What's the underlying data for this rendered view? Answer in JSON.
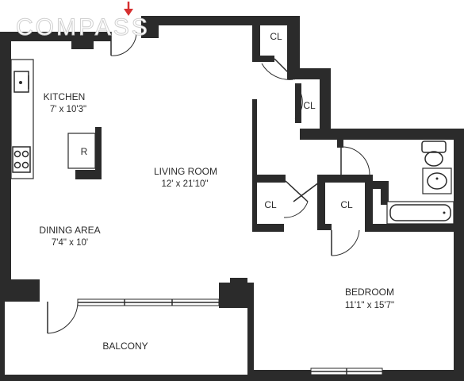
{
  "brand": {
    "logo_text": "COMPASS"
  },
  "rooms": {
    "kitchen": {
      "name": "KITCHEN",
      "dims": "7' x 10'3\""
    },
    "living_room": {
      "name": "LIVING ROOM",
      "dims": "12' x 21'10\""
    },
    "dining_area": {
      "name": "DINING AREA",
      "dims": "7'4\" x 10'"
    },
    "bedroom": {
      "name": "BEDROOM",
      "dims": "11'1\" x 15'7\""
    },
    "balcony": {
      "name": "BALCONY"
    }
  },
  "closets": {
    "label": "CL"
  },
  "appliances": {
    "refrigerator": "R"
  },
  "colors": {
    "wall": "#2b2b2b",
    "entry_arrow": "#d62f2f",
    "background": "#ffffff"
  }
}
